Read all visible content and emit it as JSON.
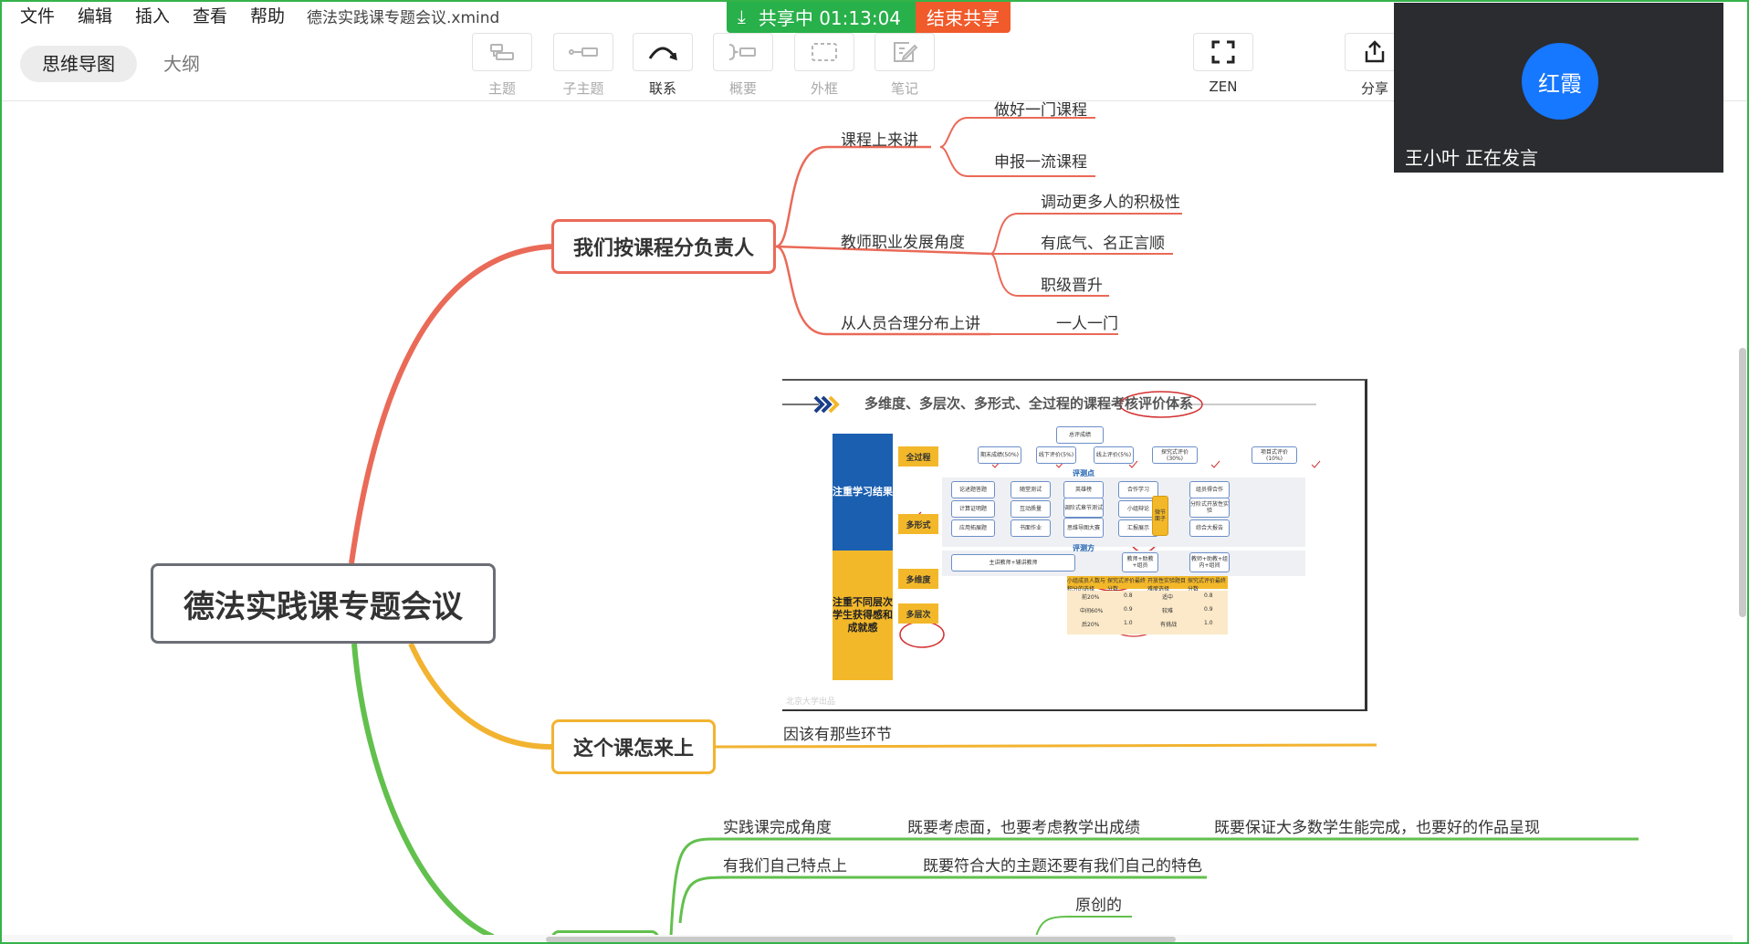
{
  "menu": [
    "文件",
    "编辑",
    "插入",
    "查看",
    "帮助"
  ],
  "file_name": "德法实践课专题会议.xmind",
  "share": {
    "status": "共享中 01:13:04",
    "end_button": "结束共享"
  },
  "view_tabs": {
    "mindmap": "思维导图",
    "outline": "大纲"
  },
  "tools": {
    "topic": "主题",
    "subtopic": "子主题",
    "relation": "联系",
    "summary": "概要",
    "boundary": "外框",
    "note": "笔记",
    "zen": "ZEN",
    "share": "分享"
  },
  "video": {
    "avatar_name": "红霞",
    "speaker_name": "王小叶",
    "speaker_status": "正在发言"
  },
  "mindmap": {
    "central": "德法实践课专题会议",
    "branch1": {
      "title": "我们按课程分负责人",
      "a": {
        "label": "课程上来讲",
        "children": [
          "做好一门课程",
          "申报一流课程"
        ]
      },
      "b": {
        "label": "教师职业发展角度",
        "children": [
          "调动更多人的积极性",
          "有底气、名正言顺",
          "职级晋升"
        ]
      },
      "c": {
        "label": "从人员合理分布上讲",
        "children": [
          "一人一门"
        ]
      }
    },
    "branch2": {
      "title": "这个课怎来上",
      "child": "因该有那些环节"
    },
    "branch3": {
      "rows": [
        {
          "label": "实践课完成角度",
          "c1": "既要考虑面，也要考虑教学出成绩",
          "c2": "既要保证大多数学生能完成，也要好的作品呈现"
        },
        {
          "label": "有我们自己特点上",
          "c1": "既要符合大的主题还要有我们自己的特色"
        }
      ],
      "sub": "原创的"
    }
  },
  "slide": {
    "title": "多维度、多层次、多形式、全过程的课程考核评价体系",
    "blue_block": "注重学习结果",
    "yellow_block": "注重不同层次学生获得感和成就感",
    "tags": [
      "全过程",
      "多形式",
      "多维度",
      "多层次"
    ],
    "top_box": "总评成绩",
    "row1": [
      "期末成绩(50%)",
      "线下评价(5%)",
      "线上评价(5%)",
      "探究式评价(30%)",
      "项目式评价(10%)"
    ],
    "label_points": "评测点",
    "row2": [
      "论述题答题",
      "随堂测试",
      "英雄榜",
      "合作学习",
      "组员得合作"
    ],
    "row3": [
      "计算证明题",
      "互动质量",
      "调阶式章节测试",
      "小组辩论",
      "分阶式开放性实验"
    ],
    "row4": [
      "应用拓展题",
      "书面作业",
      "思维导图大赛",
      "汇报展示",
      "综合大报告"
    ],
    "side_box": "微节面子",
    "label_parties": "评测方",
    "row5": [
      "主讲教师+辅讲教师",
      "教师+助教+组员",
      "教师+助教+组内+组间"
    ],
    "table_head": [
      "小组成员人数与积分的选择",
      "探究式评价最终分数",
      "开放性实验题目难度选择",
      "探究式评价最终分数"
    ],
    "table_rows": [
      [
        "前20%",
        "0.8",
        "适中",
        "0.8"
      ],
      [
        "中间60%",
        "0.9",
        "较难",
        "0.9"
      ],
      [
        "后20%",
        "1.0",
        "有挑战",
        "1.0"
      ]
    ],
    "watermark": "北京大学出品"
  }
}
